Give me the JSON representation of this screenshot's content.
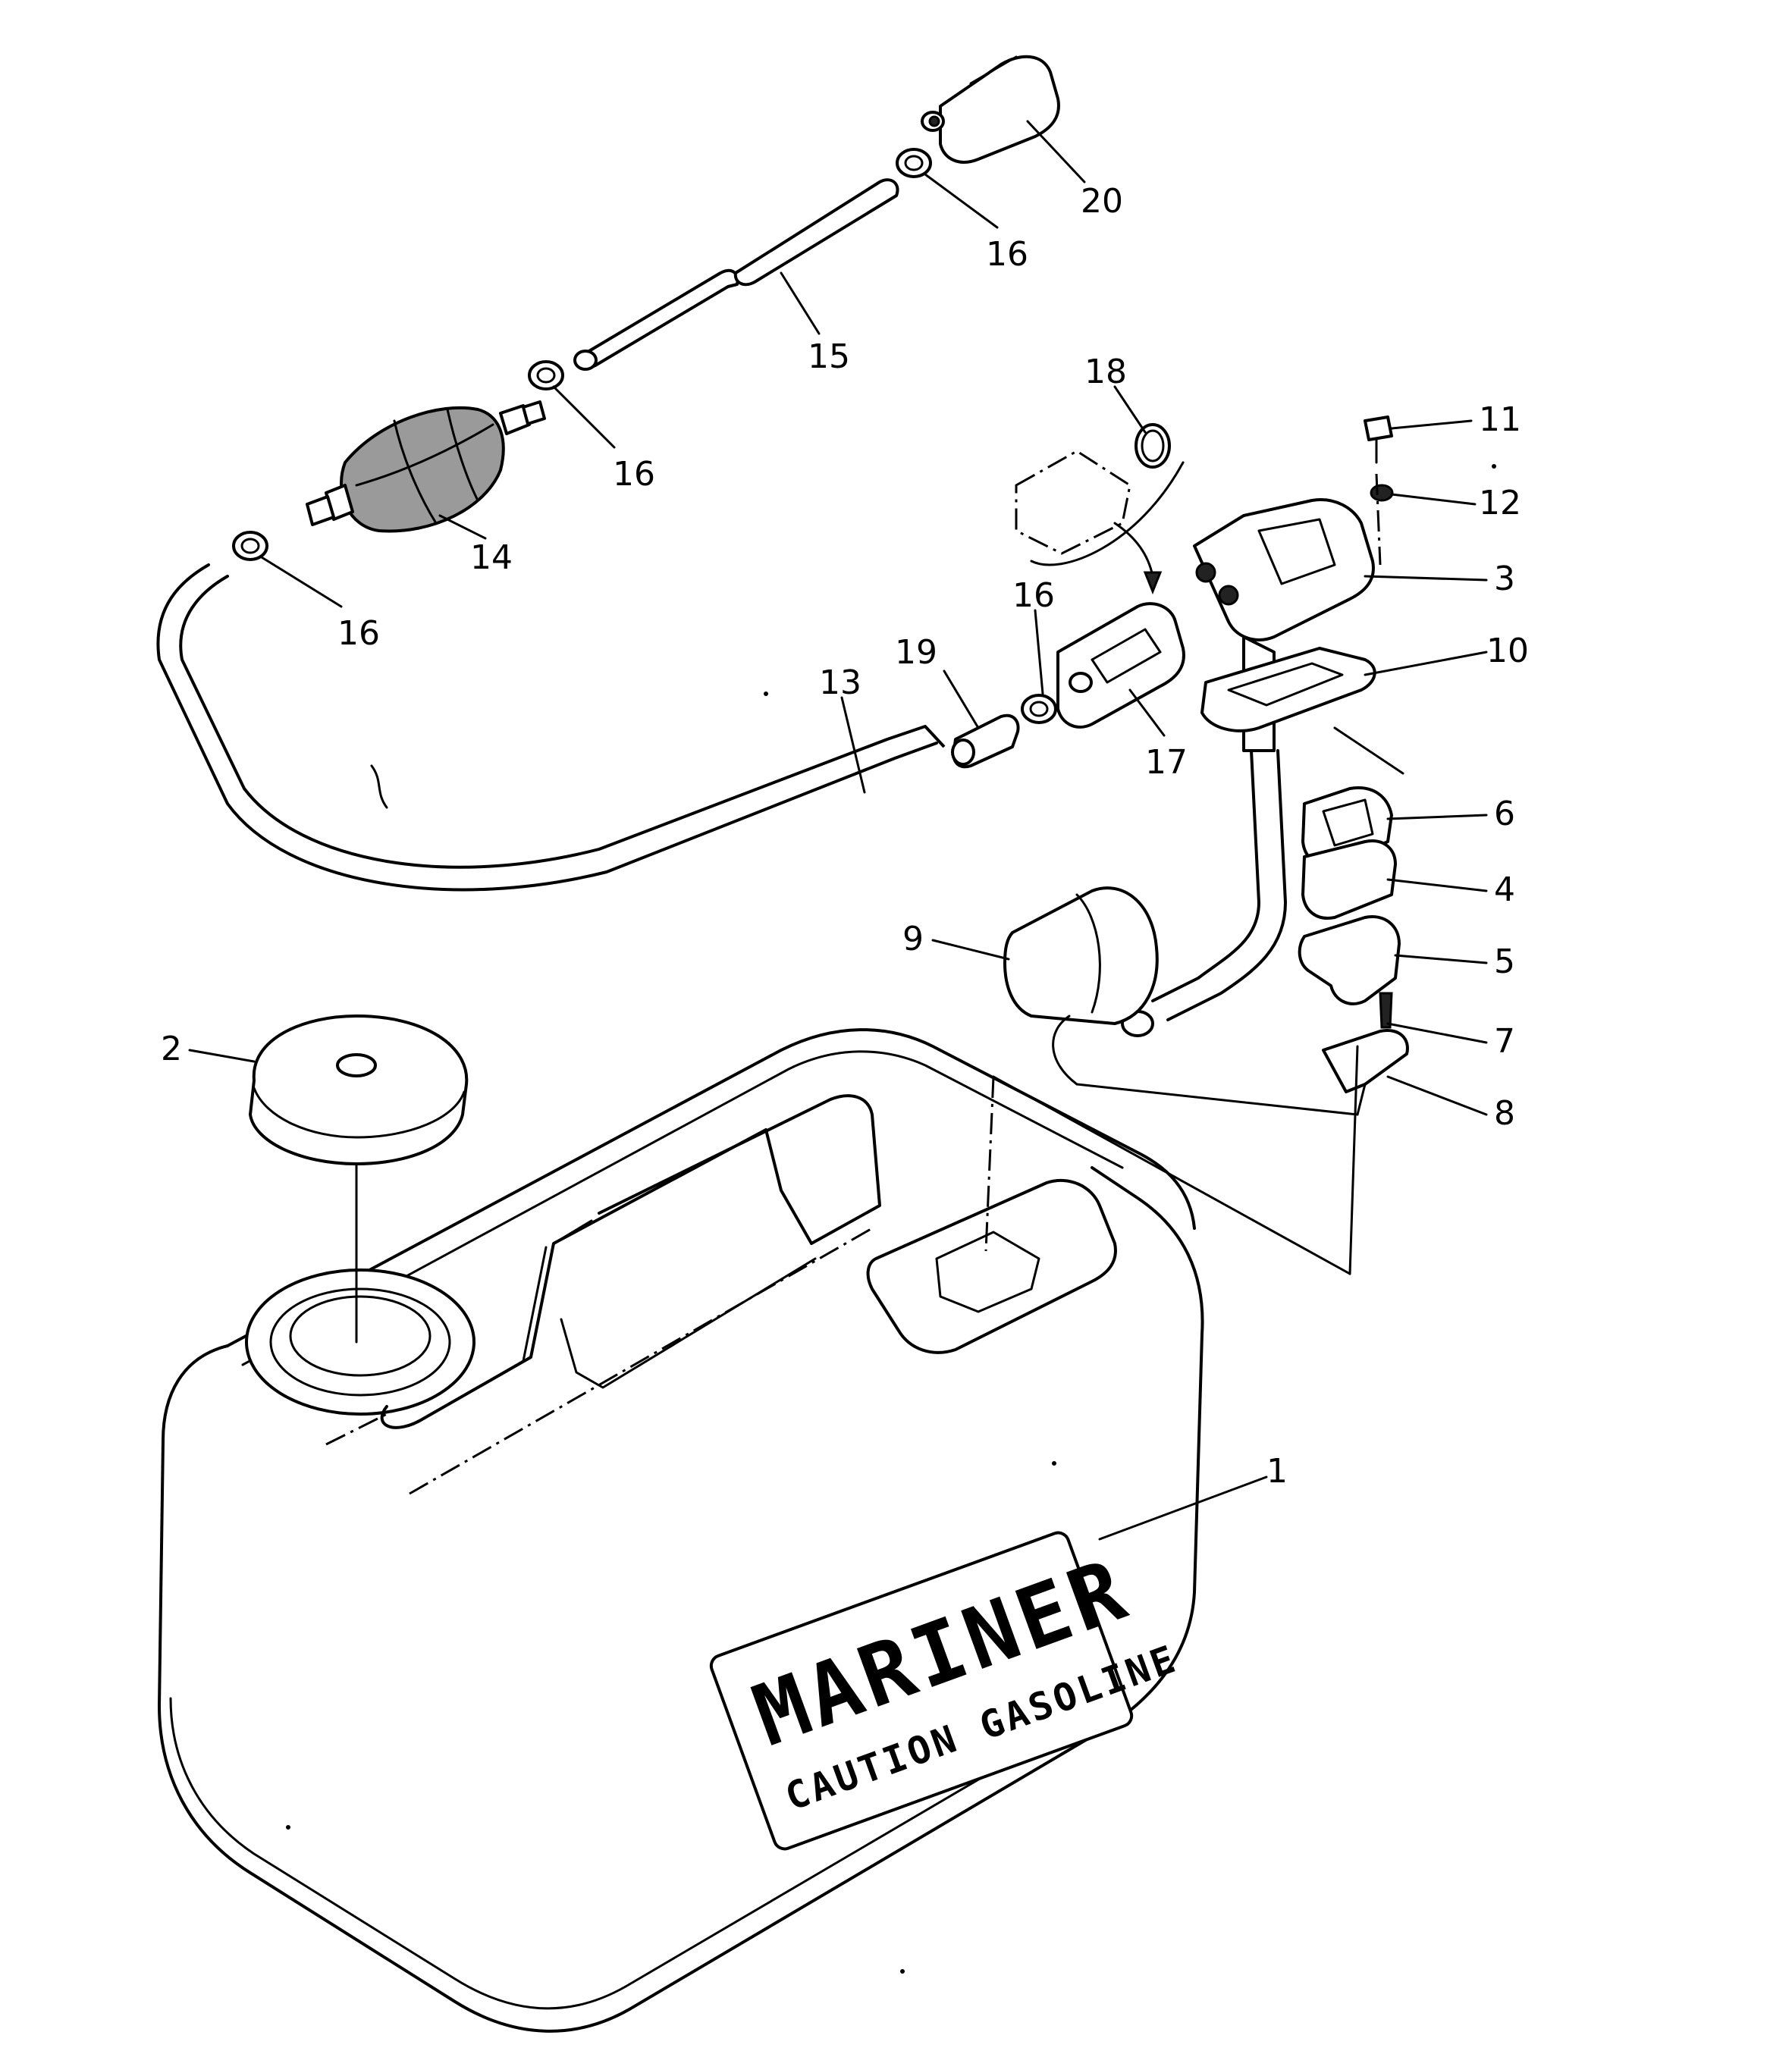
{
  "decal": {
    "brand": "MARINER",
    "caution": "CAUTION GASOLINE"
  },
  "callouts": [
    {
      "id": "c1",
      "label": "1"
    },
    {
      "id": "c2",
      "label": "2"
    },
    {
      "id": "c3",
      "label": "3"
    },
    {
      "id": "c4",
      "label": "4"
    },
    {
      "id": "c5",
      "label": "5"
    },
    {
      "id": "c6",
      "label": "6"
    },
    {
      "id": "c7",
      "label": "7"
    },
    {
      "id": "c8",
      "label": "8"
    },
    {
      "id": "c9",
      "label": "9"
    },
    {
      "id": "c10",
      "label": "10"
    },
    {
      "id": "c11",
      "label": "11"
    },
    {
      "id": "c12",
      "label": "12"
    },
    {
      "id": "c13",
      "label": "13"
    },
    {
      "id": "c14",
      "label": "14"
    },
    {
      "id": "c15",
      "label": "15"
    },
    {
      "id": "c16a",
      "label": "16"
    },
    {
      "id": "c16b",
      "label": "16"
    },
    {
      "id": "c16c",
      "label": "16"
    },
    {
      "id": "c16d",
      "label": "16"
    },
    {
      "id": "c17",
      "label": "17"
    },
    {
      "id": "c18",
      "label": "18"
    },
    {
      "id": "c19",
      "label": "19"
    },
    {
      "id": "c20",
      "label": "20"
    }
  ]
}
